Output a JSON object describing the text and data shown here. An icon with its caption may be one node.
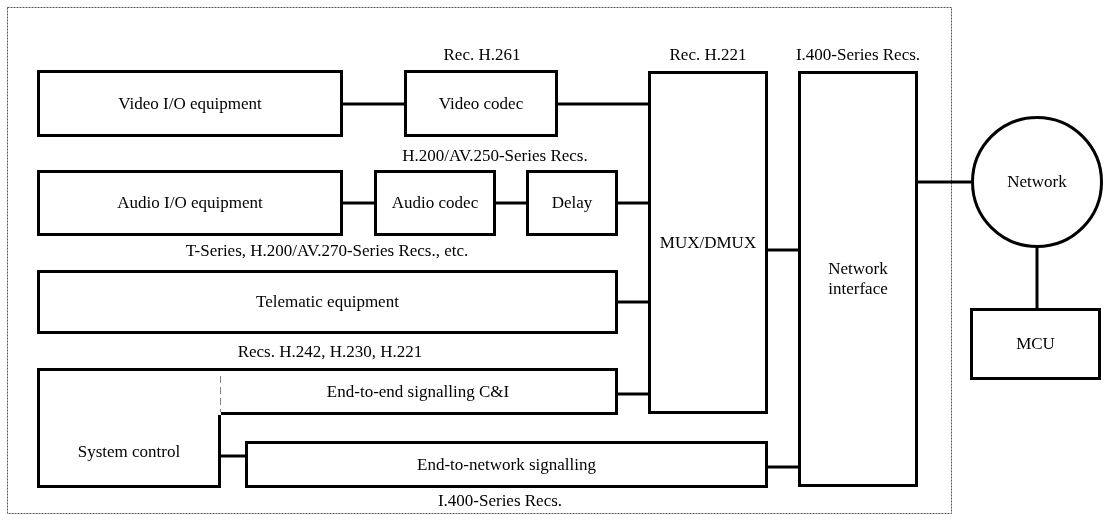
{
  "diagram": {
    "nodes": [
      {
        "text": [
          "Video I/O equipment"
        ]
      },
      {
        "text": [
          "Video codec"
        ],
        "beside": [
          "Rec. H.261"
        ]
      },
      {
        "text": [
          "MUX/DMUX"
        ],
        "beside": [
          "Rec. H.221"
        ]
      },
      {
        "text": [
          "Network interface"
        ],
        "beside": [
          "I.400-Series Recs."
        ]
      },
      {
        "text": [
          "Network"
        ]
      },
      {
        "text": [
          "Audio I/O equipment"
        ]
      },
      {
        "text": [
          "Audio codec"
        ]
      },
      {
        "text": [
          "Delay"
        ]
      },
      {
        "text": [
          "Telematic equipment"
        ],
        "beside": [
          "T-Series, H.200/AV.270-Series Recs., etc."
        ]
      },
      {
        "text": [
          "MCU"
        ]
      },
      {
        "text": [
          "System control"
        ]
      },
      {
        "text": [
          "End-to-end signalling C&I"
        ]
      },
      {
        "text": [
          "End-to-network signalling"
        ],
        "beside": [
          "I.400-Series Recs."
        ]
      }
    ],
    "edges": [
      {
        "from": 0,
        "to": 1,
        "arrow": "none"
      },
      {
        "from": 1,
        "to": 2,
        "arrow": "none"
      },
      {
        "from": 5,
        "to": 6,
        "arrow": "none"
      },
      {
        "from": 6,
        "to": 7,
        "arrow": "none"
      },
      {
        "from": 7,
        "to": 2,
        "arrow": "none"
      },
      {
        "from": 8,
        "to": 2,
        "arrow": "none"
      },
      {
        "from": 11,
        "to": 2,
        "arrow": "none"
      },
      {
        "from": 2,
        "to": 3,
        "arrow": "none"
      },
      {
        "from": 3,
        "to": 4,
        "arrow": "none"
      },
      {
        "from": 4,
        "to": 9,
        "arrow": "none"
      },
      {
        "from": 10,
        "to": 12,
        "arrow": "none"
      },
      {
        "from": 12,
        "to": 3,
        "arrow": "none"
      }
    ],
    "labels": [
      "H.200/AV.250-Series Recs.",
      "Recs. H.242, H.230, H.221"
    ]
  }
}
